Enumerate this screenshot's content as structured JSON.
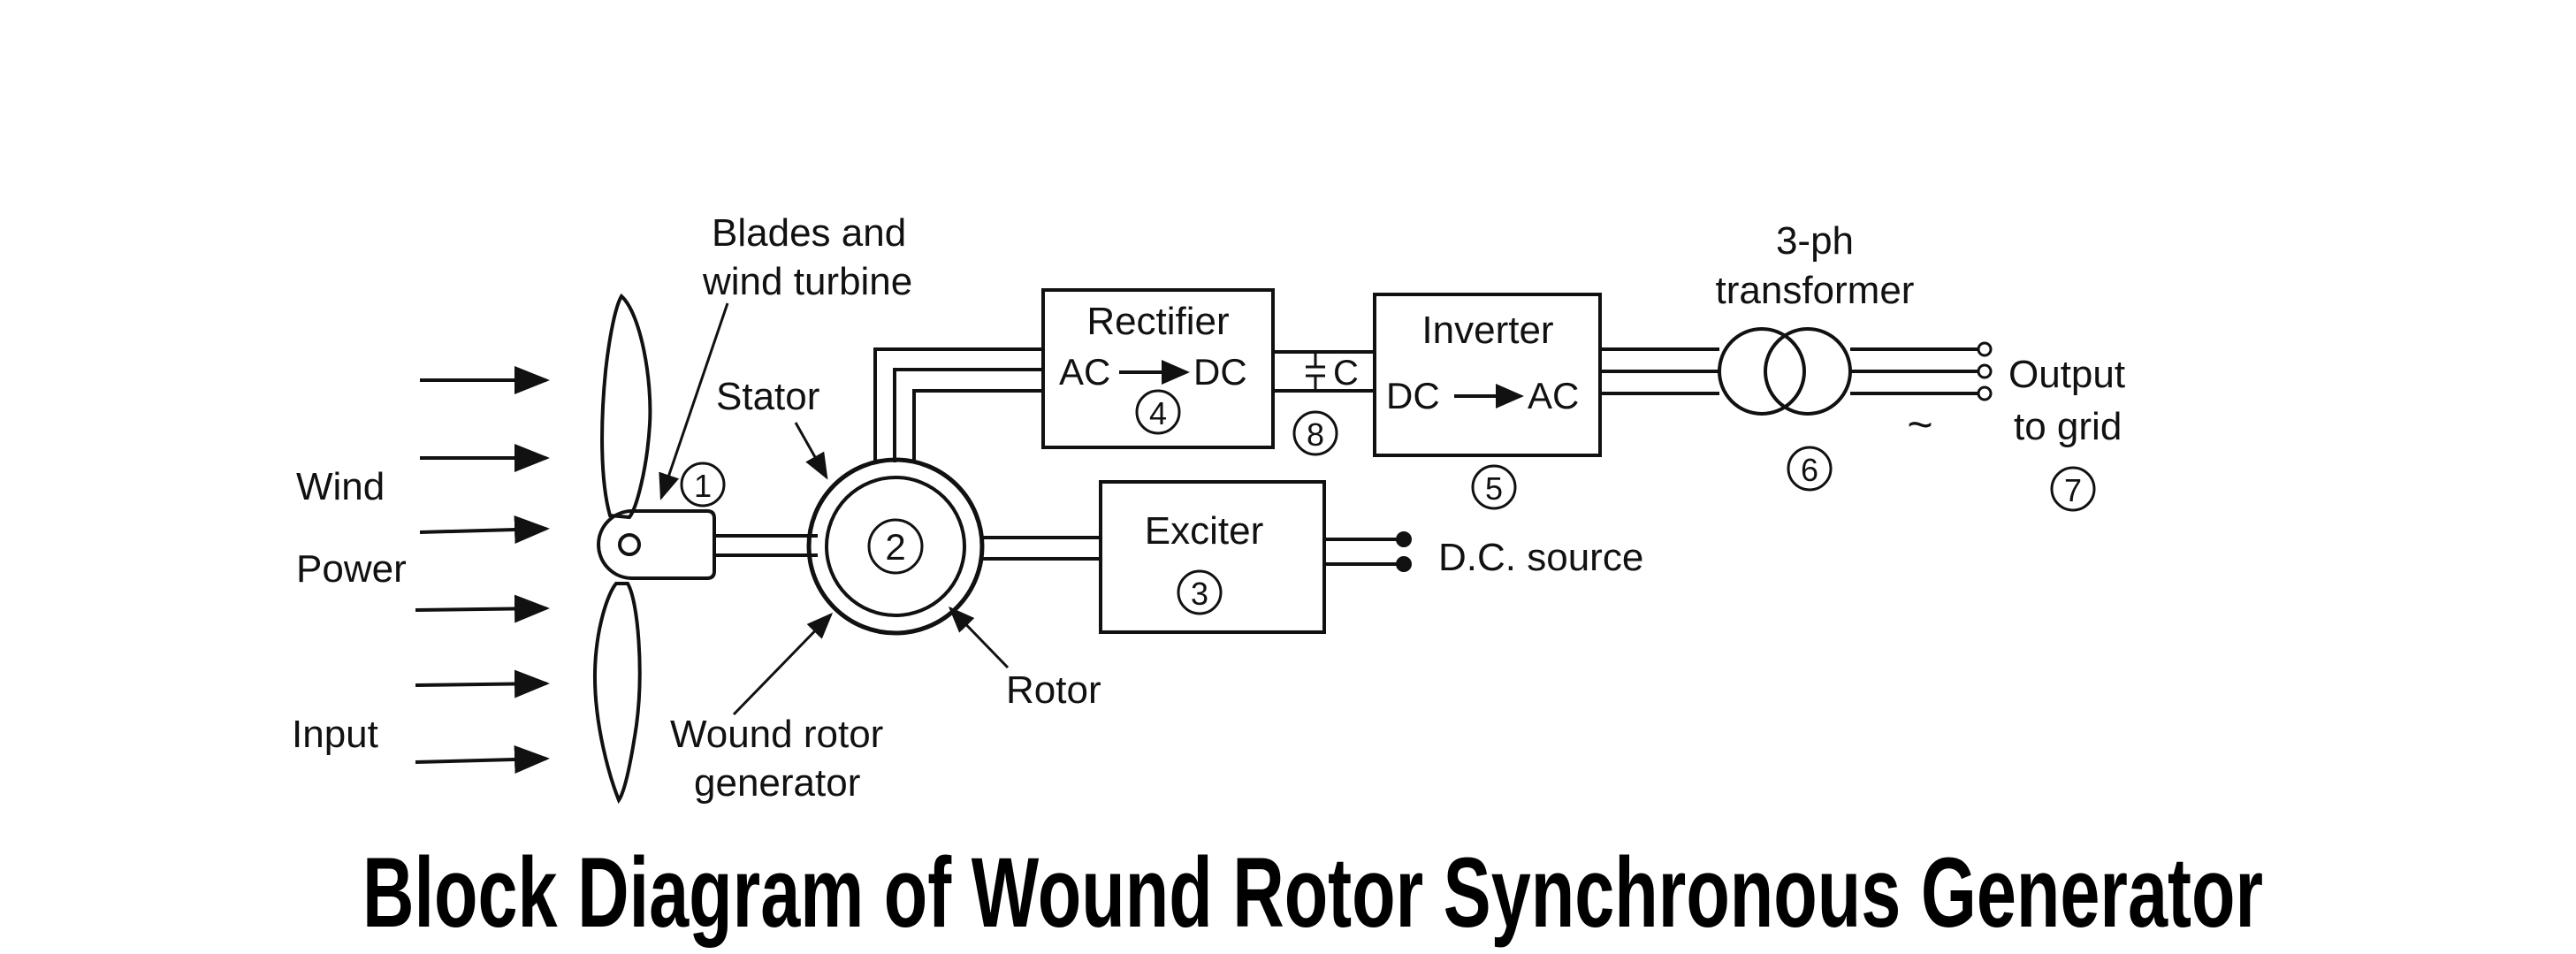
{
  "title": "Block Diagram of Wound Rotor Synchronous Generator",
  "labels": {
    "wind": "Wind",
    "power": "Power",
    "input": "Input",
    "blades_line1": "Blades and",
    "blades_line2": "wind turbine",
    "stator": "Stator",
    "rotor": "Rotor",
    "generator_line1": "Wound rotor",
    "generator_line2": "generator",
    "rectifier": "Rectifier",
    "rect_ac": "AC",
    "rect_dc": "DC",
    "capacitor": "C",
    "inverter": "Inverter",
    "inv_dc": "DC",
    "inv_ac": "AC",
    "exciter": "Exciter",
    "dc_source": "D.C. source",
    "transformer_line1": "3-ph",
    "transformer_line2": "transformer",
    "output_line1": "Output",
    "output_line2": "to grid",
    "ac_symbol": "~"
  },
  "markers": {
    "m1": "①",
    "m2": "②",
    "m3": "③",
    "m4": "④",
    "m5": "⑤",
    "m6": "⑥",
    "m7": "⑦",
    "m8": "⑧"
  }
}
